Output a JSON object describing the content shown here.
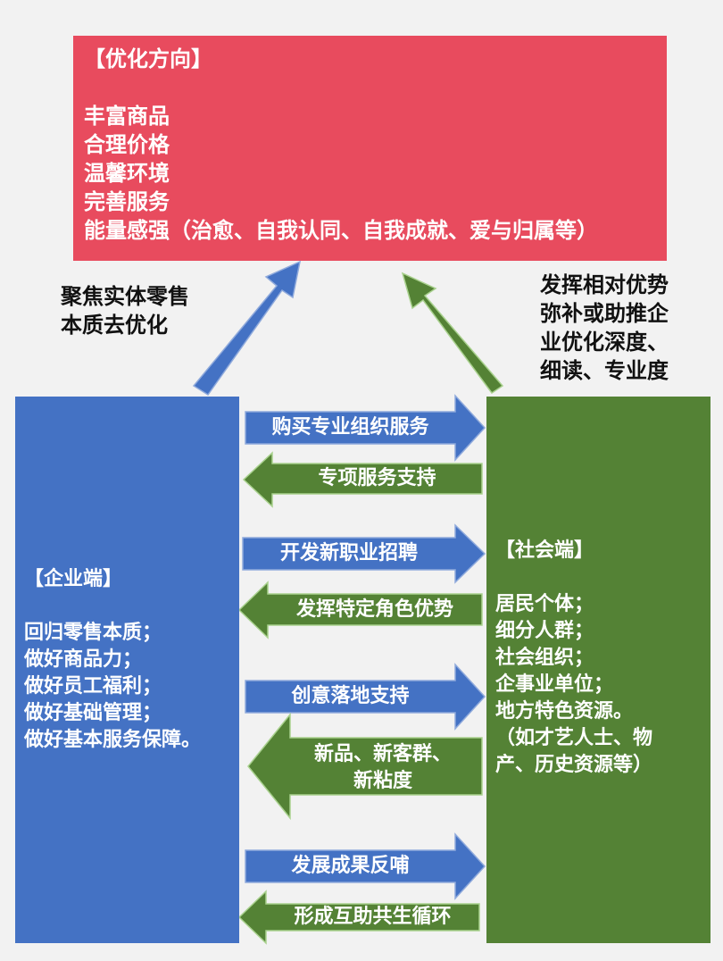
{
  "colors": {
    "top": "#e84b5e",
    "enterprise": "#4472c4",
    "society": "#548235",
    "blue_arrow": "#4472c4",
    "green_arrow": "#548235"
  },
  "top_box": {
    "title": "【优化方向】",
    "items": [
      "丰富商品",
      "合理价格",
      "温馨环境",
      "完善服务",
      "能量感强（治愈、自我认同、自我成就、爱与归属等）"
    ]
  },
  "left_label": {
    "lines": [
      "聚焦实体零售",
      "本质去优化"
    ]
  },
  "right_label": {
    "lines": [
      "发挥相对优势",
      "弥补或助推企",
      "业优化深度、",
      "细读、专业度"
    ]
  },
  "enterprise": {
    "title": "【企业端】",
    "items": [
      "回归零售本质；",
      "做好商品力；",
      "做好员工福利；",
      "做好基础管理；",
      "做好基本服务保障。"
    ]
  },
  "society": {
    "title": "【社会端】",
    "items": [
      "居民个体；",
      "细分人群；",
      "社会组织；",
      "企事业单位；",
      "地方特色资源。",
      "（如才艺人士、物",
      "产、历史资源等）"
    ]
  },
  "flows": [
    {
      "direction": "right",
      "lines": [
        "购买专业组织服务"
      ]
    },
    {
      "direction": "left",
      "lines": [
        "专项服务支持"
      ]
    },
    {
      "direction": "right",
      "lines": [
        "开发新职业招聘"
      ]
    },
    {
      "direction": "left",
      "lines": [
        "发挥特定角色优势"
      ]
    },
    {
      "direction": "right",
      "lines": [
        "创意落地支持"
      ]
    },
    {
      "direction": "left",
      "lines": [
        "新品、新客群、",
        "新粘度"
      ]
    },
    {
      "direction": "right",
      "lines": [
        "发展成果反哺"
      ]
    },
    {
      "direction": "left",
      "lines": [
        "形成互助共生循环"
      ]
    }
  ]
}
